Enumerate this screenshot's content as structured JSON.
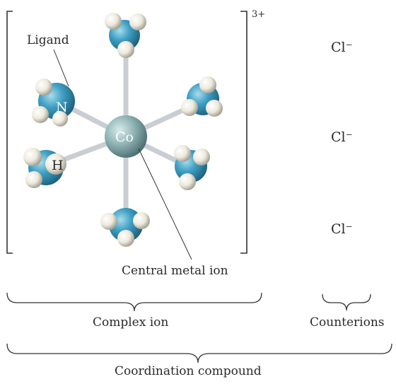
{
  "labels": {
    "ligand": "Ligand",
    "nitrogen": "N",
    "hydrogen": "H",
    "cobalt": "Co",
    "charge": "3+",
    "central_metal_ion": "Central metal ion",
    "complex_ion": "Complex ion",
    "counterions": "Counterions",
    "coordination_compound": "Coordination compound",
    "counterion_formula": [
      "Cl⁻",
      "Cl⁻",
      "Cl⁻"
    ]
  },
  "colors": {
    "nitrogen": "#3fa0c4",
    "hydrogen": "#ece9dc",
    "cobalt": "#8fb3b4",
    "bond": "#c9ced3",
    "line": "#333333"
  },
  "icons": {
    "molecule": "octahedral-complex-ball-and-stick"
  }
}
